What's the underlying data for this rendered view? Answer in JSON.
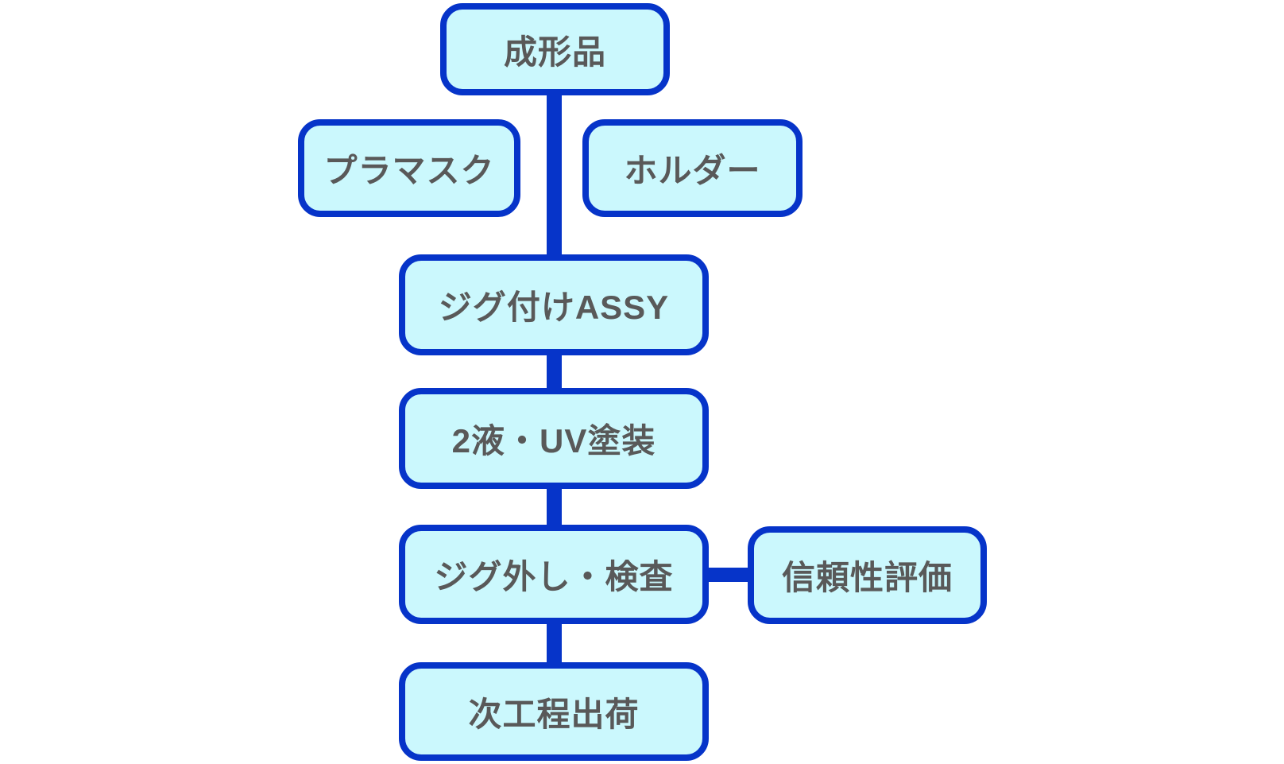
{
  "diagram": {
    "type": "flowchart",
    "language": "ja",
    "colors": {
      "background": "#ffffff",
      "box_fill": "#cbf8fd",
      "box_border": "#0634c9",
      "connector": "#0634c9",
      "text": "#595959"
    },
    "nodes": [
      {
        "id": "molded-part",
        "label": "成形品"
      },
      {
        "id": "plastic-mask",
        "label": "プラマスク"
      },
      {
        "id": "holder",
        "label": "ホルダー"
      },
      {
        "id": "jig-attach-assy",
        "label": "ジグ付けASSY"
      },
      {
        "id": "two-part-uv-coating",
        "label": "2液・UV塗装"
      },
      {
        "id": "jig-removal-inspection",
        "label": "ジグ外し・検査"
      },
      {
        "id": "reliability-evaluation",
        "label": "信頼性評価"
      },
      {
        "id": "next-process-shipment",
        "label": "次工程出荷"
      }
    ],
    "edges": [
      {
        "from": "molded-part",
        "to": "jig-attach-assy",
        "style": "vertical"
      },
      {
        "from": "jig-attach-assy",
        "to": "two-part-uv-coating",
        "style": "vertical"
      },
      {
        "from": "two-part-uv-coating",
        "to": "jig-removal-inspection",
        "style": "vertical"
      },
      {
        "from": "jig-removal-inspection",
        "to": "next-process-shipment",
        "style": "vertical"
      },
      {
        "from": "jig-removal-inspection",
        "to": "reliability-evaluation",
        "style": "horizontal"
      }
    ],
    "side_inputs": [
      {
        "id": "plastic-mask",
        "feeds": "jig-attach-assy",
        "position": "left-of-main-line"
      },
      {
        "id": "holder",
        "feeds": "jig-attach-assy",
        "position": "right-of-main-line"
      }
    ]
  }
}
